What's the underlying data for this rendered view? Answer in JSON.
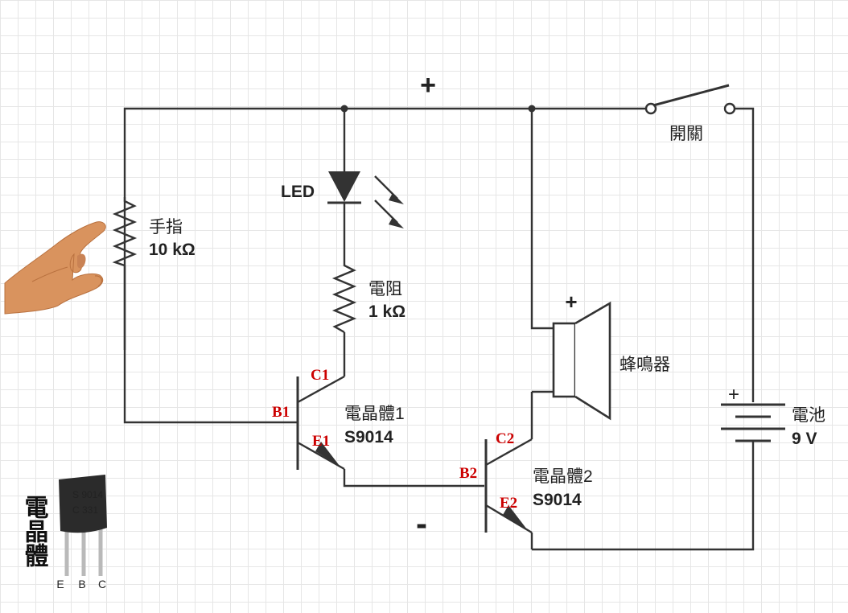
{
  "colors": {
    "wire": "#333333",
    "terminal_label": "#cc0000",
    "polarity": "#dd1111",
    "text": "#222222",
    "skin": "#d9935e",
    "transistor_body": "#2b2b2b"
  },
  "rails": {
    "positive": "+",
    "negative": "-"
  },
  "switch": {
    "label": "開關"
  },
  "led": {
    "label": "LED"
  },
  "finger_resistor": {
    "name": "手指",
    "value": "10 kΩ"
  },
  "resistor": {
    "name": "電阻",
    "value": "1 kΩ"
  },
  "buzzer": {
    "label": "蜂鳴器",
    "polarity": "+"
  },
  "battery": {
    "name": "電池",
    "value": "9 V",
    "polarity": "+"
  },
  "transistor1": {
    "name": "電晶體1",
    "model": "S9014",
    "collector": "C1",
    "base": "B1",
    "emitter": "E1"
  },
  "transistor2": {
    "name": "電晶體2",
    "model": "S9014",
    "collector": "C2",
    "base": "B2",
    "emitter": "E2"
  },
  "legend": {
    "title": "電晶體",
    "package_line1": "S 9014",
    "package_line2": "C  331",
    "pins": [
      "E",
      "B",
      "C"
    ]
  }
}
